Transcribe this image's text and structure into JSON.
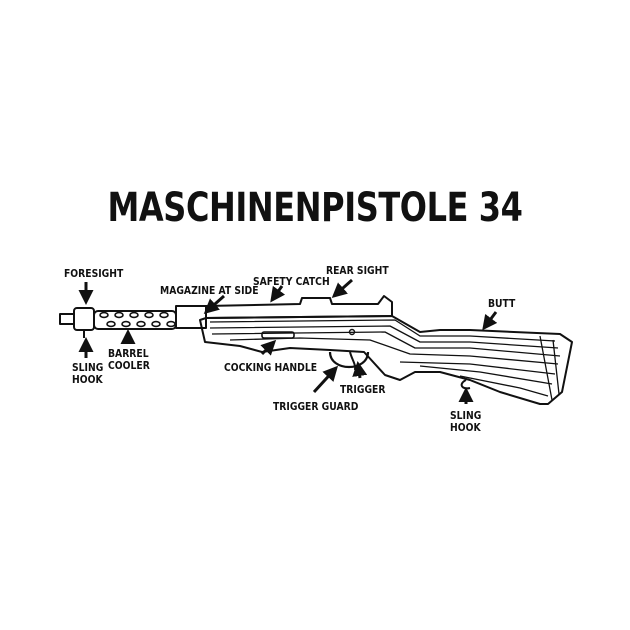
{
  "title": "MASCHINENPISTOLE 34",
  "labels": {
    "foresight": "FORESIGHT",
    "sling_hook_front_line1": "SLING",
    "sling_hook_front_line2": "HOOK",
    "barrel_cooler_line1": "BARREL",
    "barrel_cooler_line2": "COOLER",
    "magazine_at_side": "MAGAZINE AT SIDE",
    "safety_catch": "SAFETY CATCH",
    "rear_sight": "REAR SIGHT",
    "cocking_handle": "COCKING HANDLE",
    "trigger_guard": "TRIGGER GUARD",
    "trigger": "TRIGGER",
    "butt": "BUTT",
    "sling_hook_rear_line1": "SLING",
    "sling_hook_rear_line2": "HOOK"
  }
}
